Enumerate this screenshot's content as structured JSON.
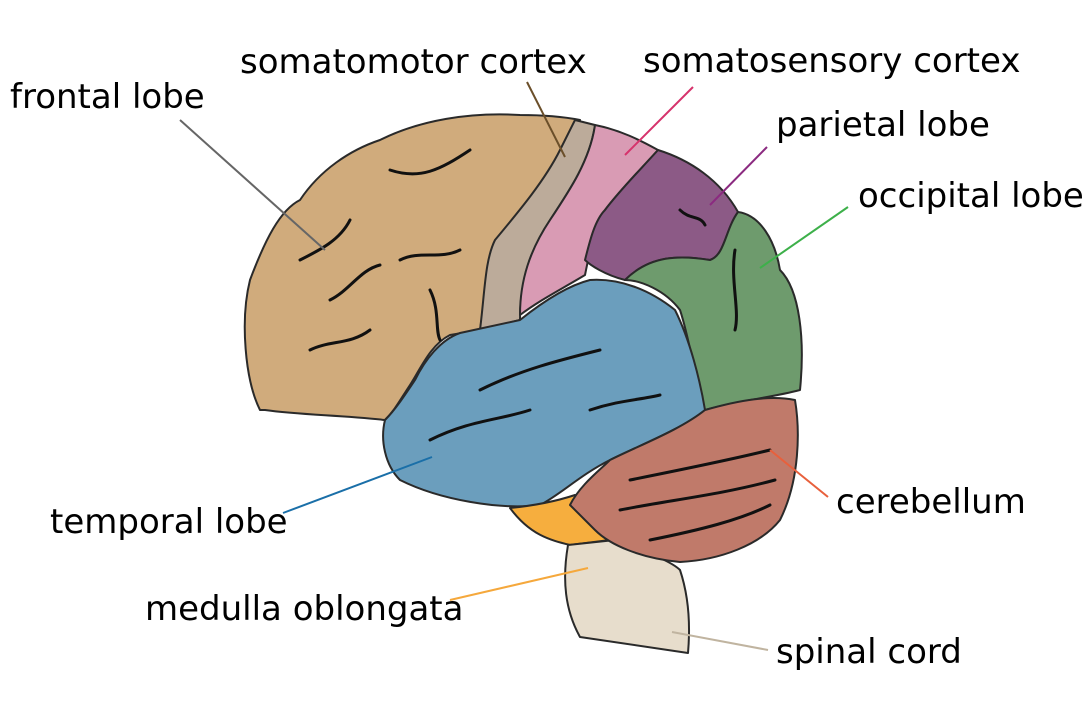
{
  "labels": {
    "frontal_lobe": "frontal lobe",
    "somatomotor_cortex": "somatomotor cortex",
    "somatosensory_cortex": "somatosensory cortex",
    "parietal_lobe": "parietal lobe",
    "occipital_lobe": "occipital lobe",
    "cerebellum": "cerebellum",
    "temporal_lobe": "temporal lobe",
    "medulla_oblongata": "medulla oblongata",
    "spinal_cord": "spinal cord"
  },
  "colors": {
    "frontal_lobe": "#d0ab7c",
    "somatomotor_cortex": "#bcab9a",
    "somatosensory_cortex": "#d99bb4",
    "parietal_lobe": "#8c5a86",
    "occipital_lobe": "#6e9b6d",
    "temporal_lobe": "#6b9ebd",
    "cerebellum": "#c07a6a",
    "medulla_oblongata": "#f6ae3e",
    "spinal_cord": "#e7ddcc"
  }
}
